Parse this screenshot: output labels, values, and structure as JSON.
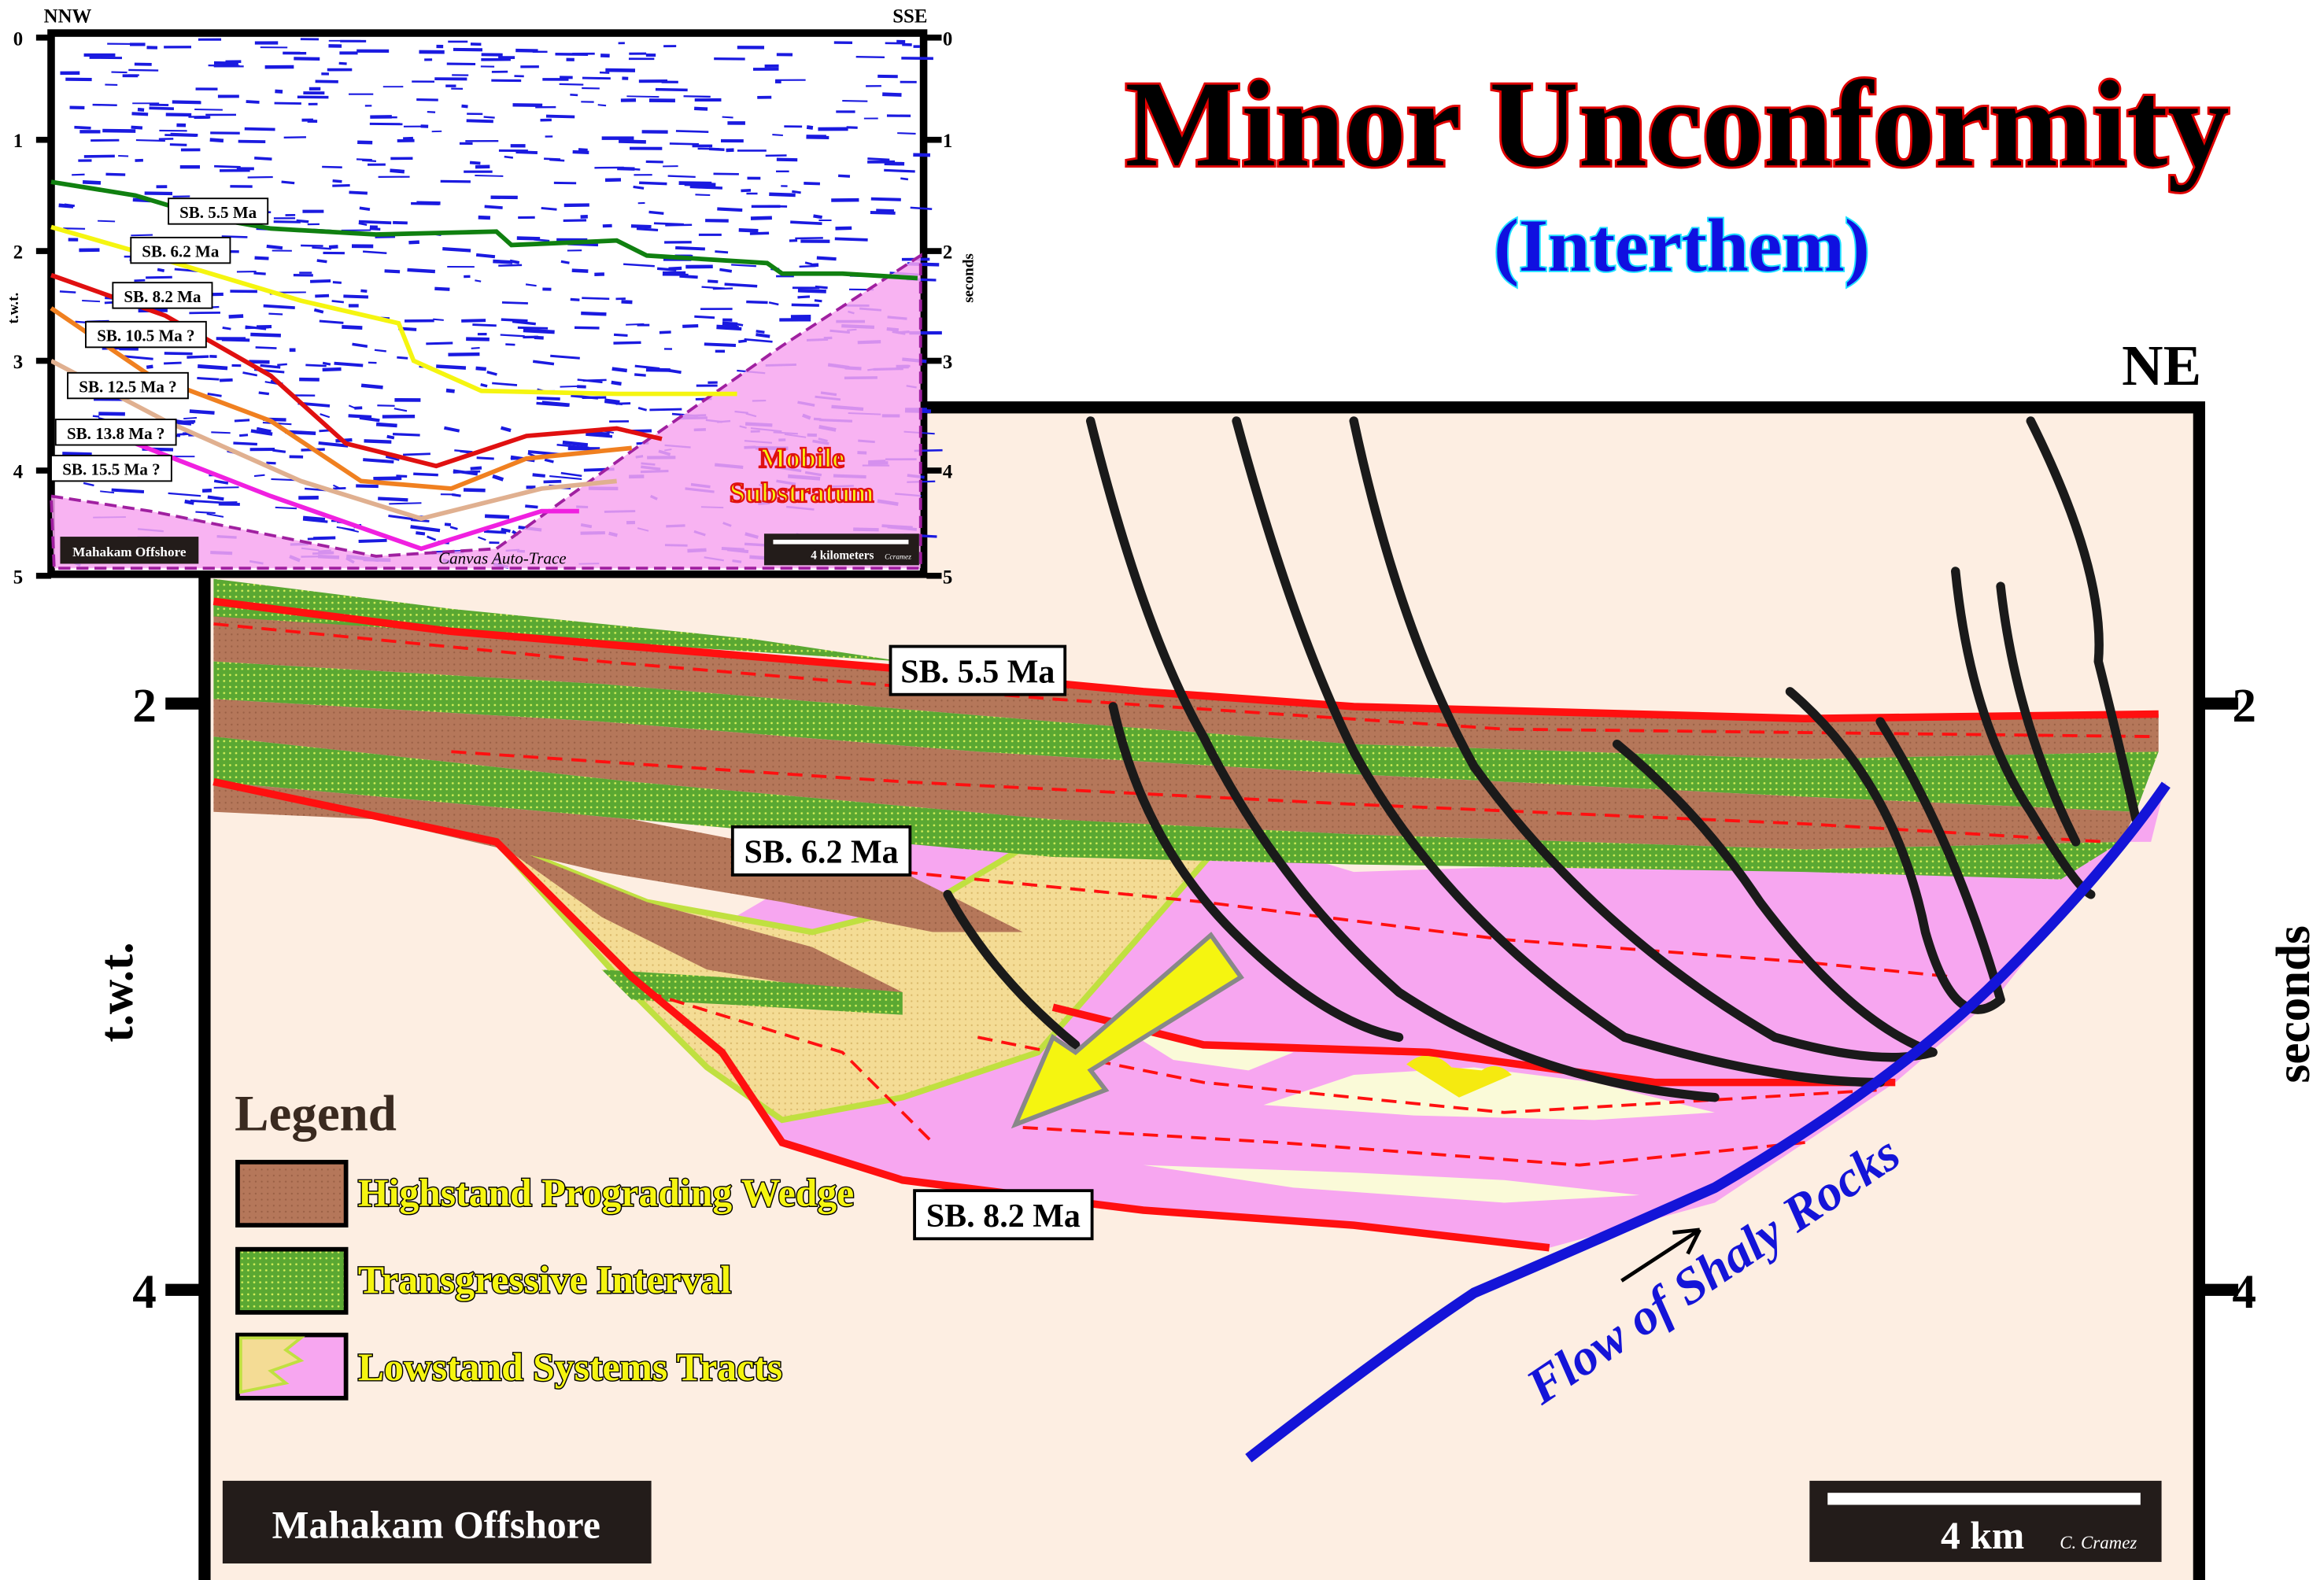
{
  "title": {
    "main": "Minor Unconformity",
    "sub": "(Interthem)"
  },
  "main_section": {
    "direction": "NE",
    "left_axis_label": "t.w.t.",
    "right_axis_label": "seconds",
    "ticks": [
      "2",
      "4"
    ],
    "horizons": [
      "SB. 5.5 Ma",
      "SB. 6.2 Ma",
      "SB. 8.2 Ma"
    ],
    "flow_label": "Flow of Shaly Rocks",
    "location_label": "Mahakam Offshore",
    "scale_label": "4 km",
    "author": "C. Cramez"
  },
  "legend": {
    "title": "Legend",
    "items": [
      {
        "label": "Highstand Prograding Wedge",
        "color": "#b5775a"
      },
      {
        "label": "Transgressive Interval",
        "color": "#5aa832"
      },
      {
        "label": "Lowstand Systems Tracts",
        "color": "#f7a6f0"
      }
    ]
  },
  "inset": {
    "left_direction": "NNW",
    "right_direction": "SSE",
    "left_axis_label": "t.w.t.",
    "right_axis_label": "seconds",
    "ticks": [
      "0",
      "1",
      "2",
      "3",
      "4",
      "5"
    ],
    "horizons": [
      "SB. 5.5 Ma",
      "SB. 6.2 Ma",
      "SB. 8.2 Ma",
      "SB. 10.5 Ma ?",
      "SB. 12.5 Ma ?",
      "SB. 13.8 Ma ?",
      "SB. 15.5 Ma ?"
    ],
    "substratum_label_1": "Mobile",
    "substratum_label_2": "Substratum",
    "location_label": "Mahakam Offshore",
    "method_label": "Canvas Auto-Trace",
    "scale_label": "4 kilometers",
    "author": "Ccramez"
  }
}
